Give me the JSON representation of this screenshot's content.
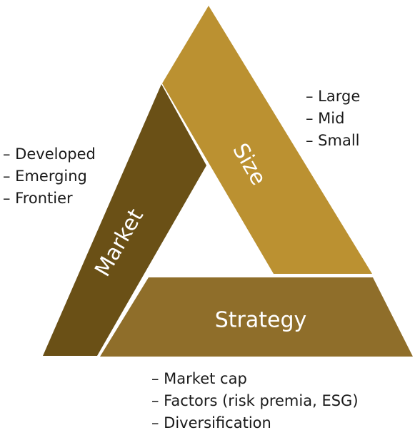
{
  "colors": {
    "market": "#6a5016",
    "size": "#bb9131",
    "strategy": "#8f6e2a",
    "label_text": "#ffffff",
    "list_text": "#1a1a1a"
  },
  "segments": {
    "market": "Market",
    "size": "Size",
    "strategy": "Strategy"
  },
  "lists": {
    "market": [
      "– Developed",
      "– Emerging",
      "– Frontier"
    ],
    "size": [
      "– Large",
      "– Mid",
      "– Small"
    ],
    "strategy": [
      "– Market cap",
      "– Factors (risk premia, ESG)",
      "– Diversification"
    ]
  }
}
